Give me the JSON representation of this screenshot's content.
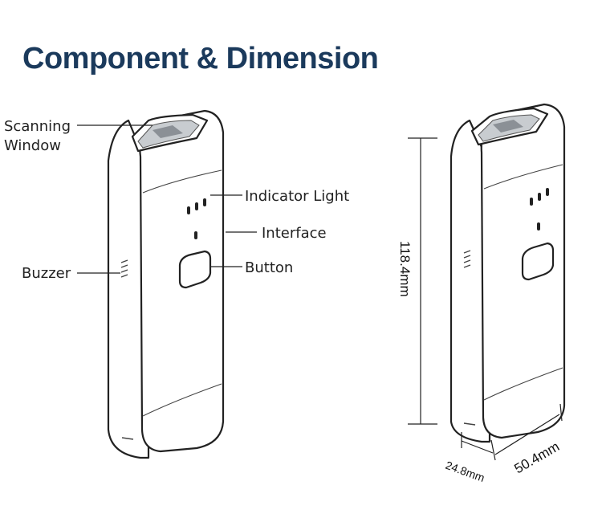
{
  "title": "Component & Dimension",
  "colors": {
    "title": "#1b3a5c",
    "outline": "#222222",
    "text": "#222222"
  },
  "labels": {
    "scanning_window_line1": "Scanning",
    "scanning_window_line2": "Window",
    "indicator_light": "Indicator Light",
    "interface": "Interface",
    "button": "Button",
    "buzzer": "Buzzer"
  },
  "dimensions": {
    "height": "118.4mm",
    "width": "50.4mm",
    "depth": "24.8mm"
  }
}
